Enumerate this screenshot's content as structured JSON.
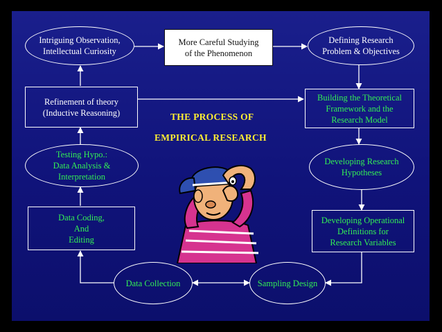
{
  "title": {
    "line1": "THE PROCESS OF",
    "line2": "EMPIRICAL RESEARCH"
  },
  "steps": {
    "intriguing": {
      "line1": "Intriguing Observation,",
      "line2": "Intellectual Curiosity",
      "shape": "ellipse"
    },
    "careful": {
      "line1": "More Careful Studying",
      "line2": "of the Phenomenon",
      "shape": "rectangle"
    },
    "defining": {
      "line1": "Defining Research",
      "line2": "Problem & Objectives",
      "shape": "ellipse"
    },
    "building": {
      "line1": "Building the Theoretical",
      "line2": "Framework and the",
      "line3": "Research Model",
      "shape": "rectangle"
    },
    "hypotheses": {
      "line1": "Developing Research",
      "line2": "Hypotheses",
      "shape": "ellipse"
    },
    "operational": {
      "line1": "Developing Operational",
      "line2": "Definitions for",
      "line3": "Research Variables",
      "shape": "rectangle"
    },
    "sampling": {
      "label": "Sampling Design",
      "shape": "ellipse"
    },
    "collection": {
      "label": "Data Collection",
      "shape": "ellipse"
    },
    "coding": {
      "line1": "Data Coding,",
      "line2": "And",
      "line3": "Editing",
      "shape": "rectangle"
    },
    "testing": {
      "line1": "Testing Hypo.:",
      "line2": "Data Analysis &",
      "line3": "Interpretation",
      "shape": "ellipse"
    },
    "refinement": {
      "line1": "Refinement of theory",
      "line2": "(Inductive Reasoning)",
      "shape": "rectangle"
    }
  },
  "colors": {
    "background": "#10137a",
    "frame": "#000000",
    "title": "#ffee33",
    "green_text": "#33ee55",
    "white_text": "#ffffff",
    "connector": "#ffffff"
  },
  "illustration": "cartoon-thinker-with-cap"
}
